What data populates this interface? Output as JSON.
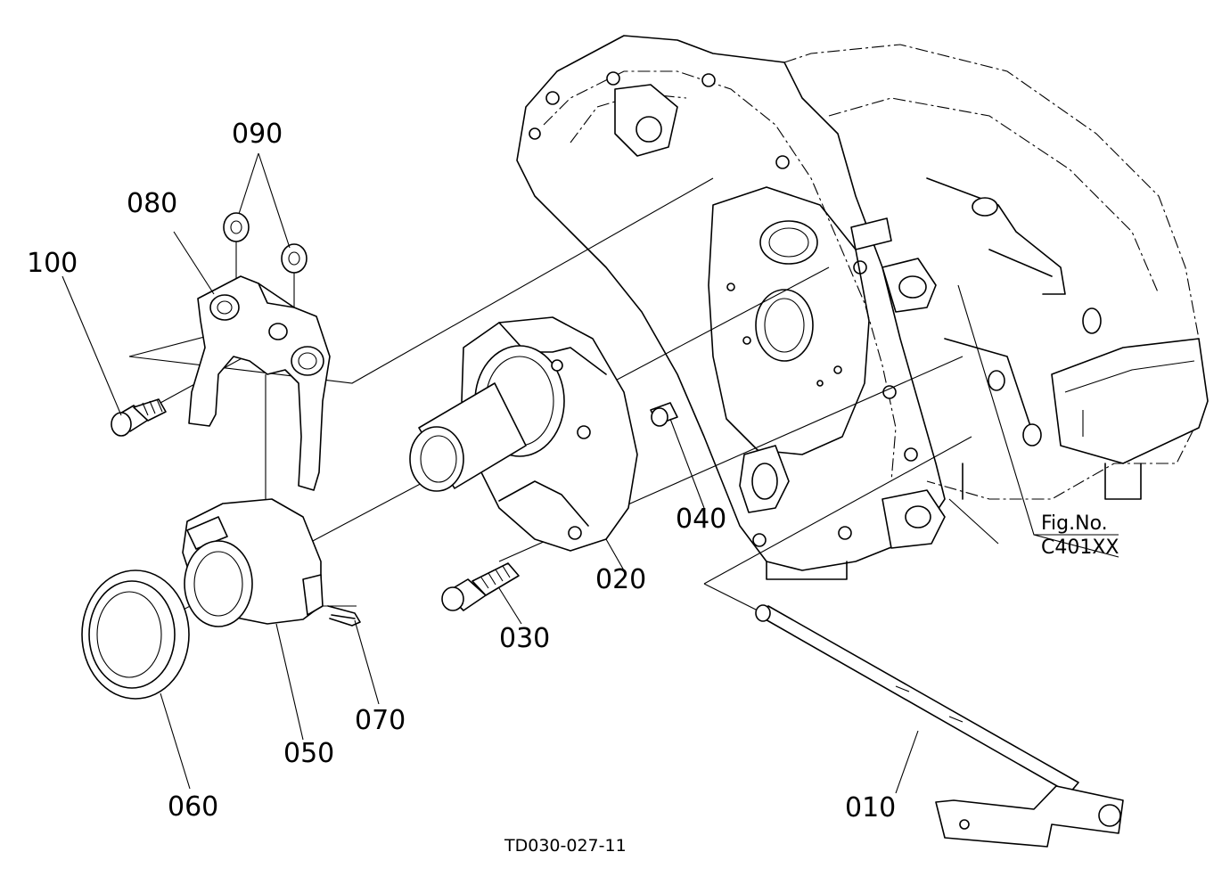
{
  "colors": {
    "ink": "#000000",
    "paper": "#ffffff"
  },
  "figure": {
    "fig_label": "Fig.No.",
    "fig_code": "C401XX",
    "drawing_id": "TD030-027-11"
  },
  "parts": {
    "p010": "010",
    "p020": "020",
    "p030": "030",
    "p040": "040",
    "p050": "050",
    "p060": "060",
    "p070": "070",
    "p080": "080",
    "p090": "090",
    "p100": "100"
  }
}
